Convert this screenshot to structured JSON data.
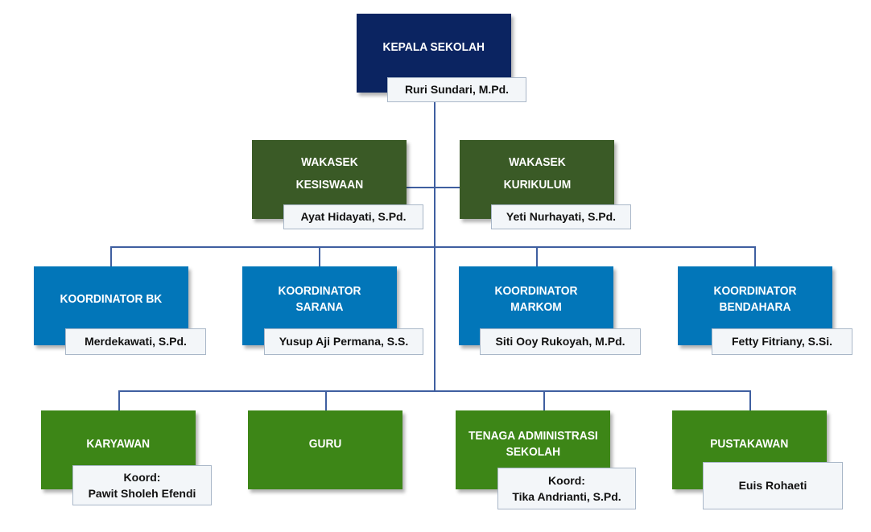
{
  "colors": {
    "head": "#0b2461",
    "wakasek": "#3a5a26",
    "koordinator": "#0276b9",
    "staff": "#3d8617",
    "connector": "#3f5fa0"
  },
  "head": {
    "title": "KEPALA SEKOLAH",
    "name": "Ruri Sundari, M.Pd."
  },
  "wakasek": [
    {
      "title": "WAKASEK\nKESISWAAN",
      "name": "Ayat Hidayati, S.Pd."
    },
    {
      "title": "WAKASEK\nKURIKULUM",
      "name": "Yeti Nurhayati, S.Pd."
    }
  ],
  "koordinator": [
    {
      "title": "KOORDINATOR BK",
      "name": "Merdekawati, S.Pd."
    },
    {
      "title": "KOORDINATOR\nSARANA",
      "name": "Yusup Aji Permana, S.S."
    },
    {
      "title": "KOORDINATOR\nMARKOM",
      "name": "Siti Ooy Rukoyah, M.Pd."
    },
    {
      "title": "KOORDINATOR\nBENDAHARA",
      "name": "Fetty Fitriany, S.Si."
    }
  ],
  "staff": [
    {
      "title": "KARYAWAN",
      "name": "Koord:\nPawit Sholeh Efendi"
    },
    {
      "title": "GURU"
    },
    {
      "title": "TENAGA ADMINISTRASI\nSEKOLAH",
      "name": "Koord:\nTika Andrianti, S.Pd."
    },
    {
      "title": "PUSTAKAWAN",
      "name": "Euis Rohaeti"
    }
  ]
}
